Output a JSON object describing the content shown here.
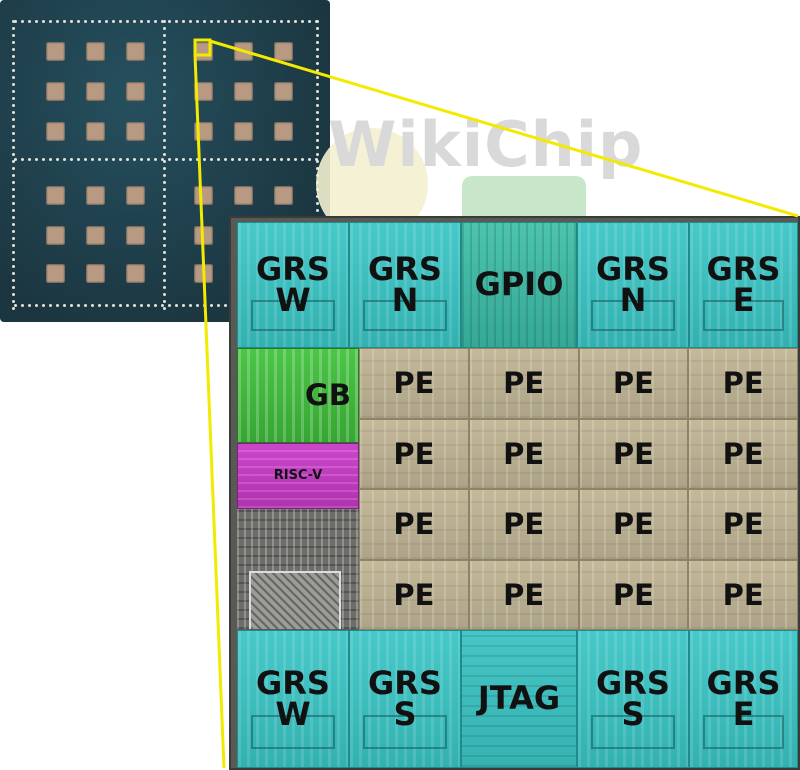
{
  "watermark": "WikiChip",
  "die": {
    "top_row": [
      {
        "label": "GRS\nW"
      },
      {
        "label": "GRS\nN"
      },
      {
        "label": "GPIO"
      },
      {
        "label": "GRS\nN"
      },
      {
        "label": "GRS\nE"
      }
    ],
    "bottom_row": [
      {
        "label": "GRS\nW"
      },
      {
        "label": "GRS\nS"
      },
      {
        "label": "JTAG"
      },
      {
        "label": "GRS\nS"
      },
      {
        "label": "GRS\nE"
      }
    ],
    "gb_label": "GB",
    "riscv_label": "RISC-V",
    "pe_label": "PE",
    "pe_grid": {
      "rows": 4,
      "cols": 4
    }
  },
  "colors": {
    "grs": "#3fbfbf",
    "pe": "#b9ae90",
    "gb": "#3fb83c",
    "riscv": "#c03ac0",
    "callout": "#f2ea00",
    "package": "#1d3b47"
  }
}
